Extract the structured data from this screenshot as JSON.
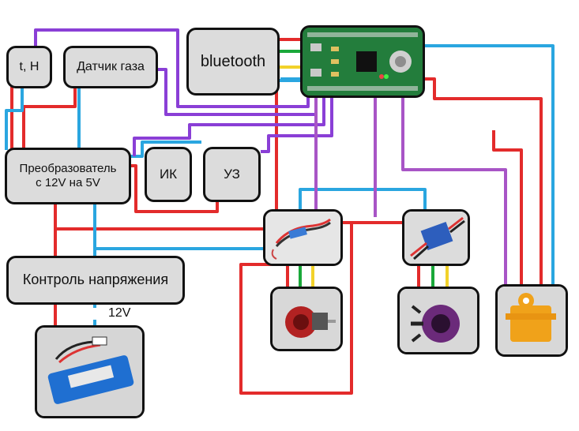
{
  "labels": {
    "th": "t, H",
    "gas": "Датчик газа",
    "bluetooth": "bluetooth",
    "converter_line1": "Преобразователь",
    "converter_line2": "с 12V на 5V",
    "ir": "ИК",
    "us": "УЗ",
    "voltage": "Контроль напряжения",
    "battery_voltage": "12V"
  },
  "colors": {
    "power": "#e32b2b",
    "ground": "#2aa6e0",
    "signal": "#8a3fd6",
    "esc_signal": "#a855c6",
    "motor_phase_a": "#e32b2b",
    "motor_phase_b": "#1aa83a",
    "motor_phase_c": "#f2d22a",
    "bt_wire_1": "#e32b2b",
    "bt_wire_2": "#1aa83a",
    "bt_wire_3": "#f2d22a",
    "bt_wire_4": "#2aa6e0"
  },
  "icons": {
    "controller": "microcontroller-board-icon",
    "esc_left": "esc-module-icon",
    "esc_right": "esc-module-icon",
    "motor_left": "brushless-motor-icon",
    "motor_right": "brushless-motor-icon",
    "servo": "servo-motor-icon",
    "battery": "lipo-battery-icon"
  }
}
